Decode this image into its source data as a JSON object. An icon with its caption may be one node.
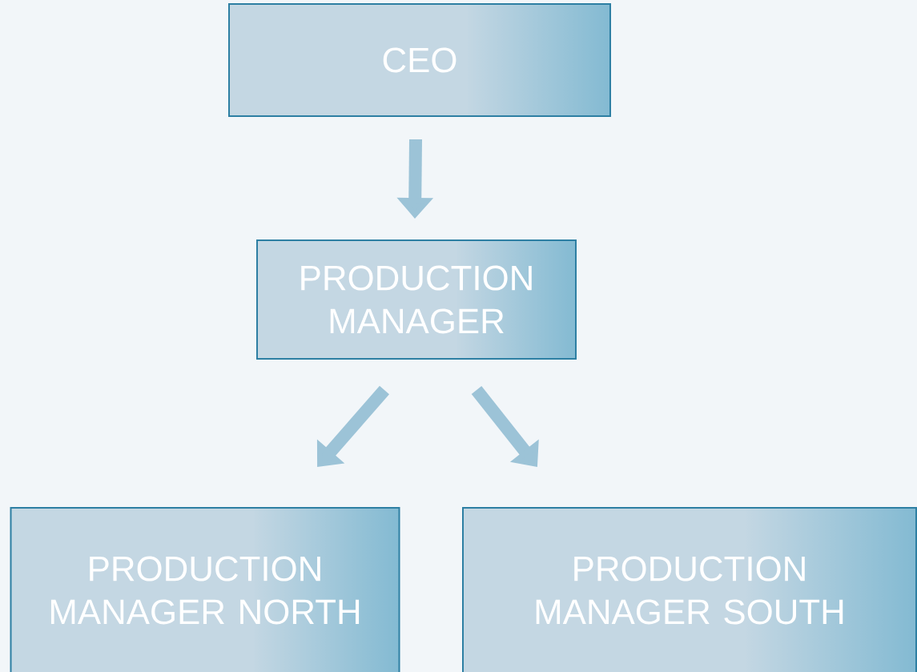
{
  "diagram": {
    "nodes": [
      {
        "text": [
          "CEO"
        ]
      },
      {
        "text": [
          "PRODUCTION MANAGER"
        ]
      },
      {
        "text": [
          "PRODUCTION MANAGER NORTH"
        ]
      },
      {
        "text": [
          "PRODUCTION MANAGER SOUTH"
        ]
      }
    ],
    "edges": [
      {
        "from": 0,
        "to": 1,
        "arrow": "to"
      },
      {
        "from": 1,
        "to": 2,
        "arrow": "to"
      },
      {
        "from": 1,
        "to": 3,
        "arrow": "to"
      }
    ]
  }
}
